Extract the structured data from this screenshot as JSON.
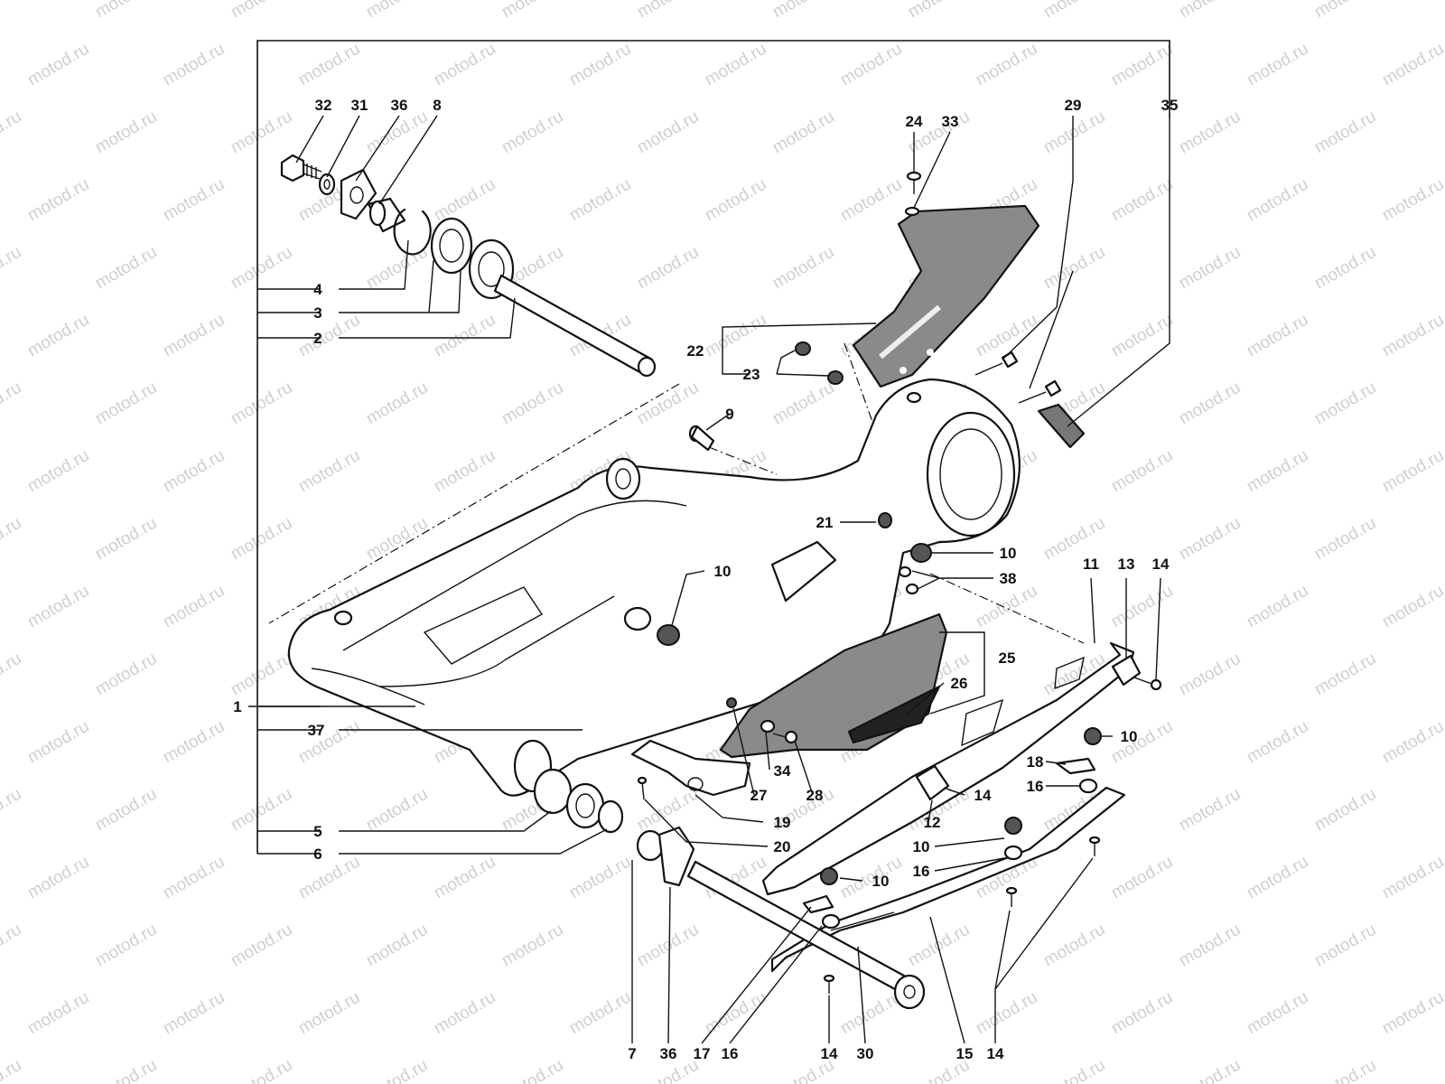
{
  "watermark": {
    "text": "motod.ru"
  },
  "callouts": [
    {
      "id": "c32",
      "label": "32"
    },
    {
      "id": "c31",
      "label": "31"
    },
    {
      "id": "c36a",
      "label": "36"
    },
    {
      "id": "c8",
      "label": "8"
    },
    {
      "id": "c24",
      "label": "24"
    },
    {
      "id": "c33",
      "label": "33"
    },
    {
      "id": "c29",
      "label": "29"
    },
    {
      "id": "c35",
      "label": "35"
    },
    {
      "id": "c4",
      "label": "4"
    },
    {
      "id": "c3",
      "label": "3"
    },
    {
      "id": "c2",
      "label": "2"
    },
    {
      "id": "c22",
      "label": "22"
    },
    {
      "id": "c23",
      "label": "23"
    },
    {
      "id": "c9",
      "label": "9"
    },
    {
      "id": "c21",
      "label": "21"
    },
    {
      "id": "c10a",
      "label": "10"
    },
    {
      "id": "c38",
      "label": "38"
    },
    {
      "id": "c10b",
      "label": "10"
    },
    {
      "id": "c11",
      "label": "11"
    },
    {
      "id": "c13",
      "label": "13"
    },
    {
      "id": "c14a",
      "label": "14"
    },
    {
      "id": "c25",
      "label": "25"
    },
    {
      "id": "c26",
      "label": "26"
    },
    {
      "id": "c1",
      "label": "1"
    },
    {
      "id": "c37",
      "label": "37"
    },
    {
      "id": "c10c",
      "label": "10"
    },
    {
      "id": "c18",
      "label": "18"
    },
    {
      "id": "c16a",
      "label": "16"
    },
    {
      "id": "c34",
      "label": "34"
    },
    {
      "id": "c27",
      "label": "27"
    },
    {
      "id": "c28",
      "label": "28"
    },
    {
      "id": "c14b",
      "label": "14"
    },
    {
      "id": "c12",
      "label": "12"
    },
    {
      "id": "c19",
      "label": "19"
    },
    {
      "id": "c5",
      "label": "5"
    },
    {
      "id": "c20",
      "label": "20"
    },
    {
      "id": "c6",
      "label": "6"
    },
    {
      "id": "c10d",
      "label": "10"
    },
    {
      "id": "c16b",
      "label": "16"
    },
    {
      "id": "c10e",
      "label": "10"
    },
    {
      "id": "c7",
      "label": "7"
    },
    {
      "id": "c36b",
      "label": "36"
    },
    {
      "id": "c17",
      "label": "17"
    },
    {
      "id": "c16c",
      "label": "16"
    },
    {
      "id": "c14c",
      "label": "14"
    },
    {
      "id": "c30",
      "label": "30"
    },
    {
      "id": "c15",
      "label": "15"
    },
    {
      "id": "c14d",
      "label": "14"
    }
  ]
}
